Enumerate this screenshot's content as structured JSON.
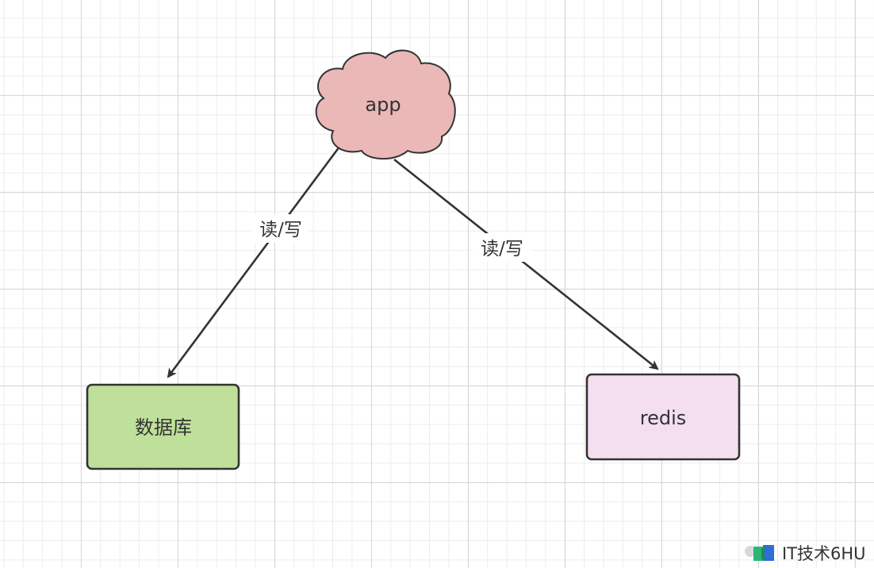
{
  "nodes": {
    "app": {
      "label": "app",
      "fill": "#eab8b7",
      "stroke": "#333333"
    },
    "database": {
      "label": "数据库",
      "fill": "#bfe09a",
      "stroke": "#333333"
    },
    "redis": {
      "label": "redis",
      "fill": "#f3dff0",
      "stroke": "#333333"
    }
  },
  "edges": {
    "app_to_database": {
      "label": "读/写"
    },
    "app_to_redis": {
      "label": "读/写"
    }
  },
  "watermark": {
    "text": "IT技术6HU"
  },
  "colors": {
    "edge": "#333333",
    "grid_major": "#d6d6d6",
    "grid_minor": "#ececec"
  }
}
